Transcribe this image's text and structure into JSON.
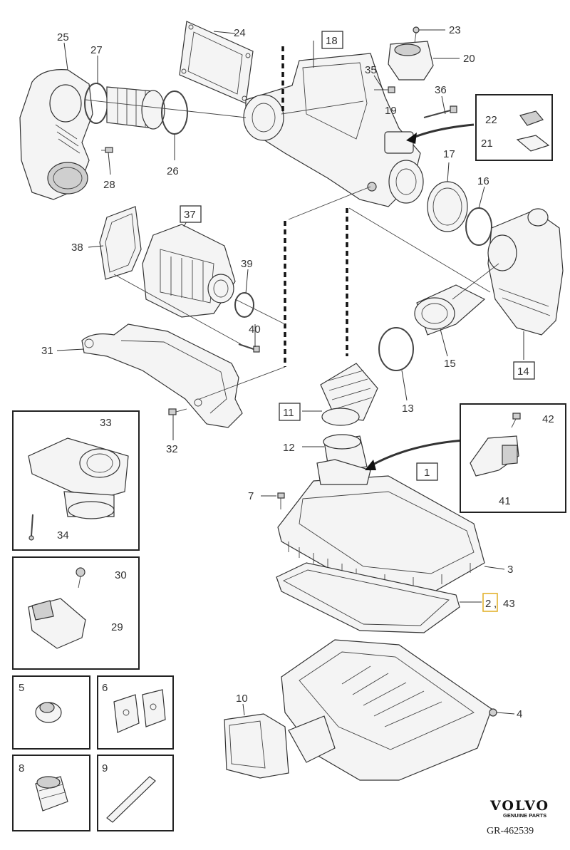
{
  "brand": {
    "name": "VOLVO",
    "subtitle": "GENUINE PARTS"
  },
  "reference": "GR-462539",
  "callouts": {
    "c1": "1",
    "c2": "2",
    "c2_comma": ",",
    "c3": "3",
    "c4": "4",
    "c5": "5",
    "c6": "6",
    "c7": "7",
    "c8": "8",
    "c9": "9",
    "c10": "10",
    "c11": "11",
    "c12": "12",
    "c13": "13",
    "c14": "14",
    "c15": "15",
    "c16": "16",
    "c17": "17",
    "c18": "18",
    "c19": "19",
    "c20": "20",
    "c21": "21",
    "c22": "22",
    "c23": "23",
    "c24": "24",
    "c25": "25",
    "c26": "26",
    "c27": "27",
    "c28": "28",
    "c29": "29",
    "c30": "30",
    "c31": "31",
    "c32": "32",
    "c33": "33",
    "c34": "34",
    "c35": "35",
    "c36": "36",
    "c37": "37",
    "c38": "38",
    "c39": "39",
    "c40": "40",
    "c41": "41",
    "c42": "42",
    "c43": "43"
  }
}
